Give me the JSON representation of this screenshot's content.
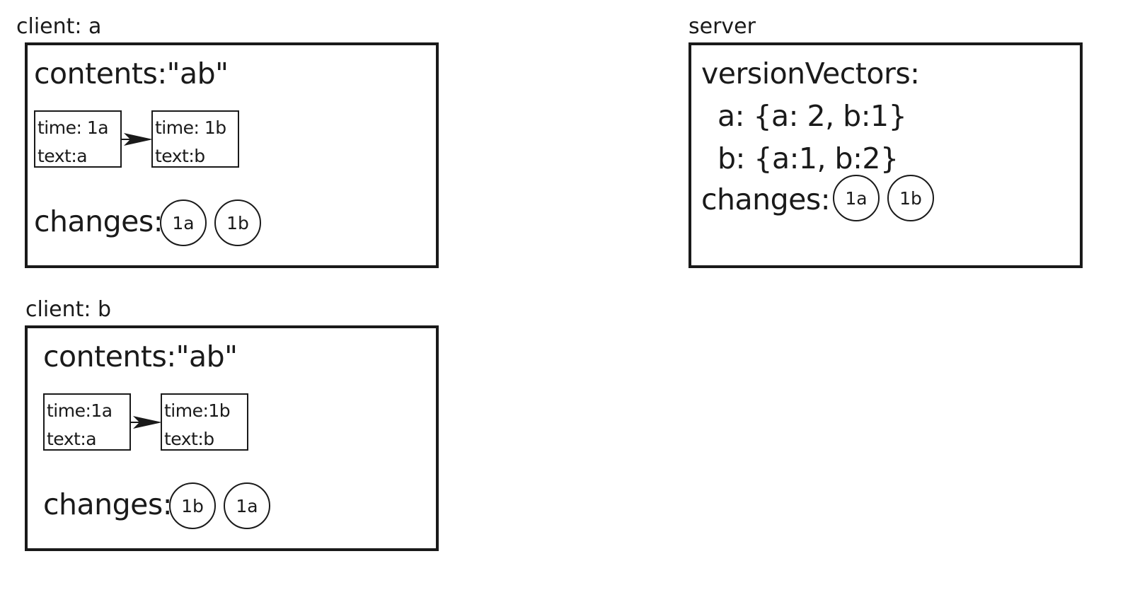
{
  "client_a": {
    "title": "client: a",
    "contents": "contents:\"ab\"",
    "nodes": [
      {
        "time": "time: 1a",
        "text": "text:a"
      },
      {
        "time": "time: 1b",
        "text": "text:b"
      }
    ],
    "changes_label": "changes:",
    "changes": [
      "1a",
      "1b"
    ]
  },
  "client_b": {
    "title": "client: b",
    "contents": "contents:\"ab\"",
    "nodes": [
      {
        "time": "time:1a",
        "text": "text:a"
      },
      {
        "time": "time:1b",
        "text": "text:b"
      }
    ],
    "changes_label": "changes:",
    "changes": [
      "1b",
      "1a"
    ]
  },
  "server": {
    "title": "server",
    "version_vectors_label": "versionVectors:",
    "vectors": [
      "a: {a: 2, b:1}",
      "b: {a:1, b:2}"
    ],
    "changes_label": "changes:",
    "changes": [
      "1a",
      "1b"
    ]
  }
}
